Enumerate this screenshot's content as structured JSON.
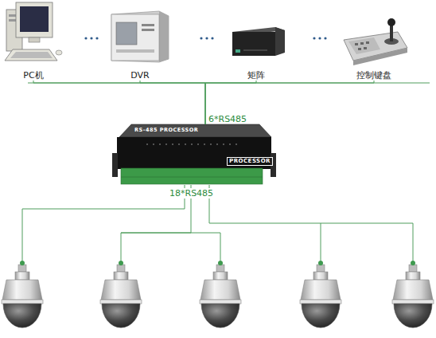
{
  "diagram": {
    "nodes": [
      {
        "text": [
          "PC机"
        ]
      },
      {
        "text": [
          "DVR"
        ]
      },
      {
        "text": [
          "矩阵"
        ]
      },
      {
        "text": [
          "控制键盘"
        ]
      },
      {
        "text": [
          "RS-485 PROCESSOR",
          "PROCESSOR"
        ]
      }
    ],
    "edges": [
      {
        "from": 0,
        "to": 4,
        "arrow": "none"
      },
      {
        "from": 1,
        "to": 4,
        "arrow": "none"
      },
      {
        "from": 2,
        "to": 4,
        "arrow": "none"
      },
      {
        "from": 3,
        "to": 4,
        "arrow": "none"
      }
    ],
    "labels": [
      "6*RS485",
      "18*RS485"
    ]
  }
}
